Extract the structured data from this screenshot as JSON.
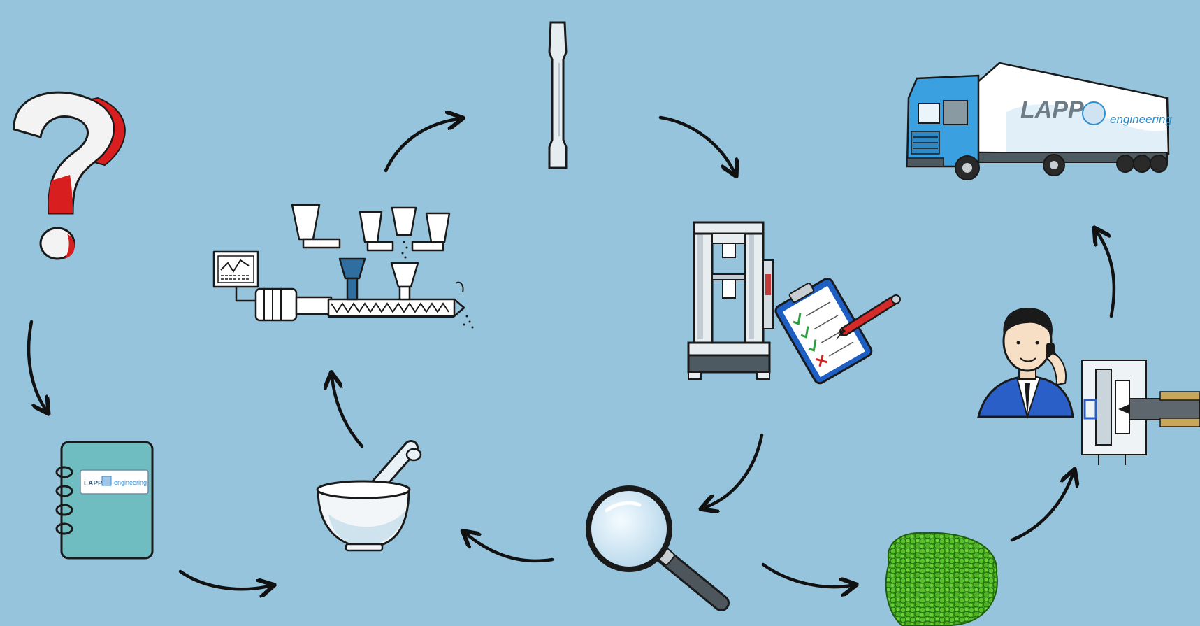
{
  "diagram": {
    "background_color": "#97c4dd",
    "truck": {
      "brand_text": "LAPP",
      "sub_text": "engineering",
      "cab_color": "#3aa0e0"
    },
    "notebook": {
      "brand_text": "LAPP",
      "sub_text": "engineering",
      "cover_color": "#6fbdc0"
    },
    "icons": [
      "question-mark-icon",
      "notebook-icon",
      "mortar-pestle-icon",
      "extruder-machine-icon",
      "tensile-specimen-icon",
      "tensile-testing-machine-icon",
      "clipboard-checklist-icon",
      "magnifying-glass-icon",
      "green-granulate-icon",
      "customer-agent-icon",
      "injection-molding-icon",
      "delivery-truck-icon"
    ]
  }
}
